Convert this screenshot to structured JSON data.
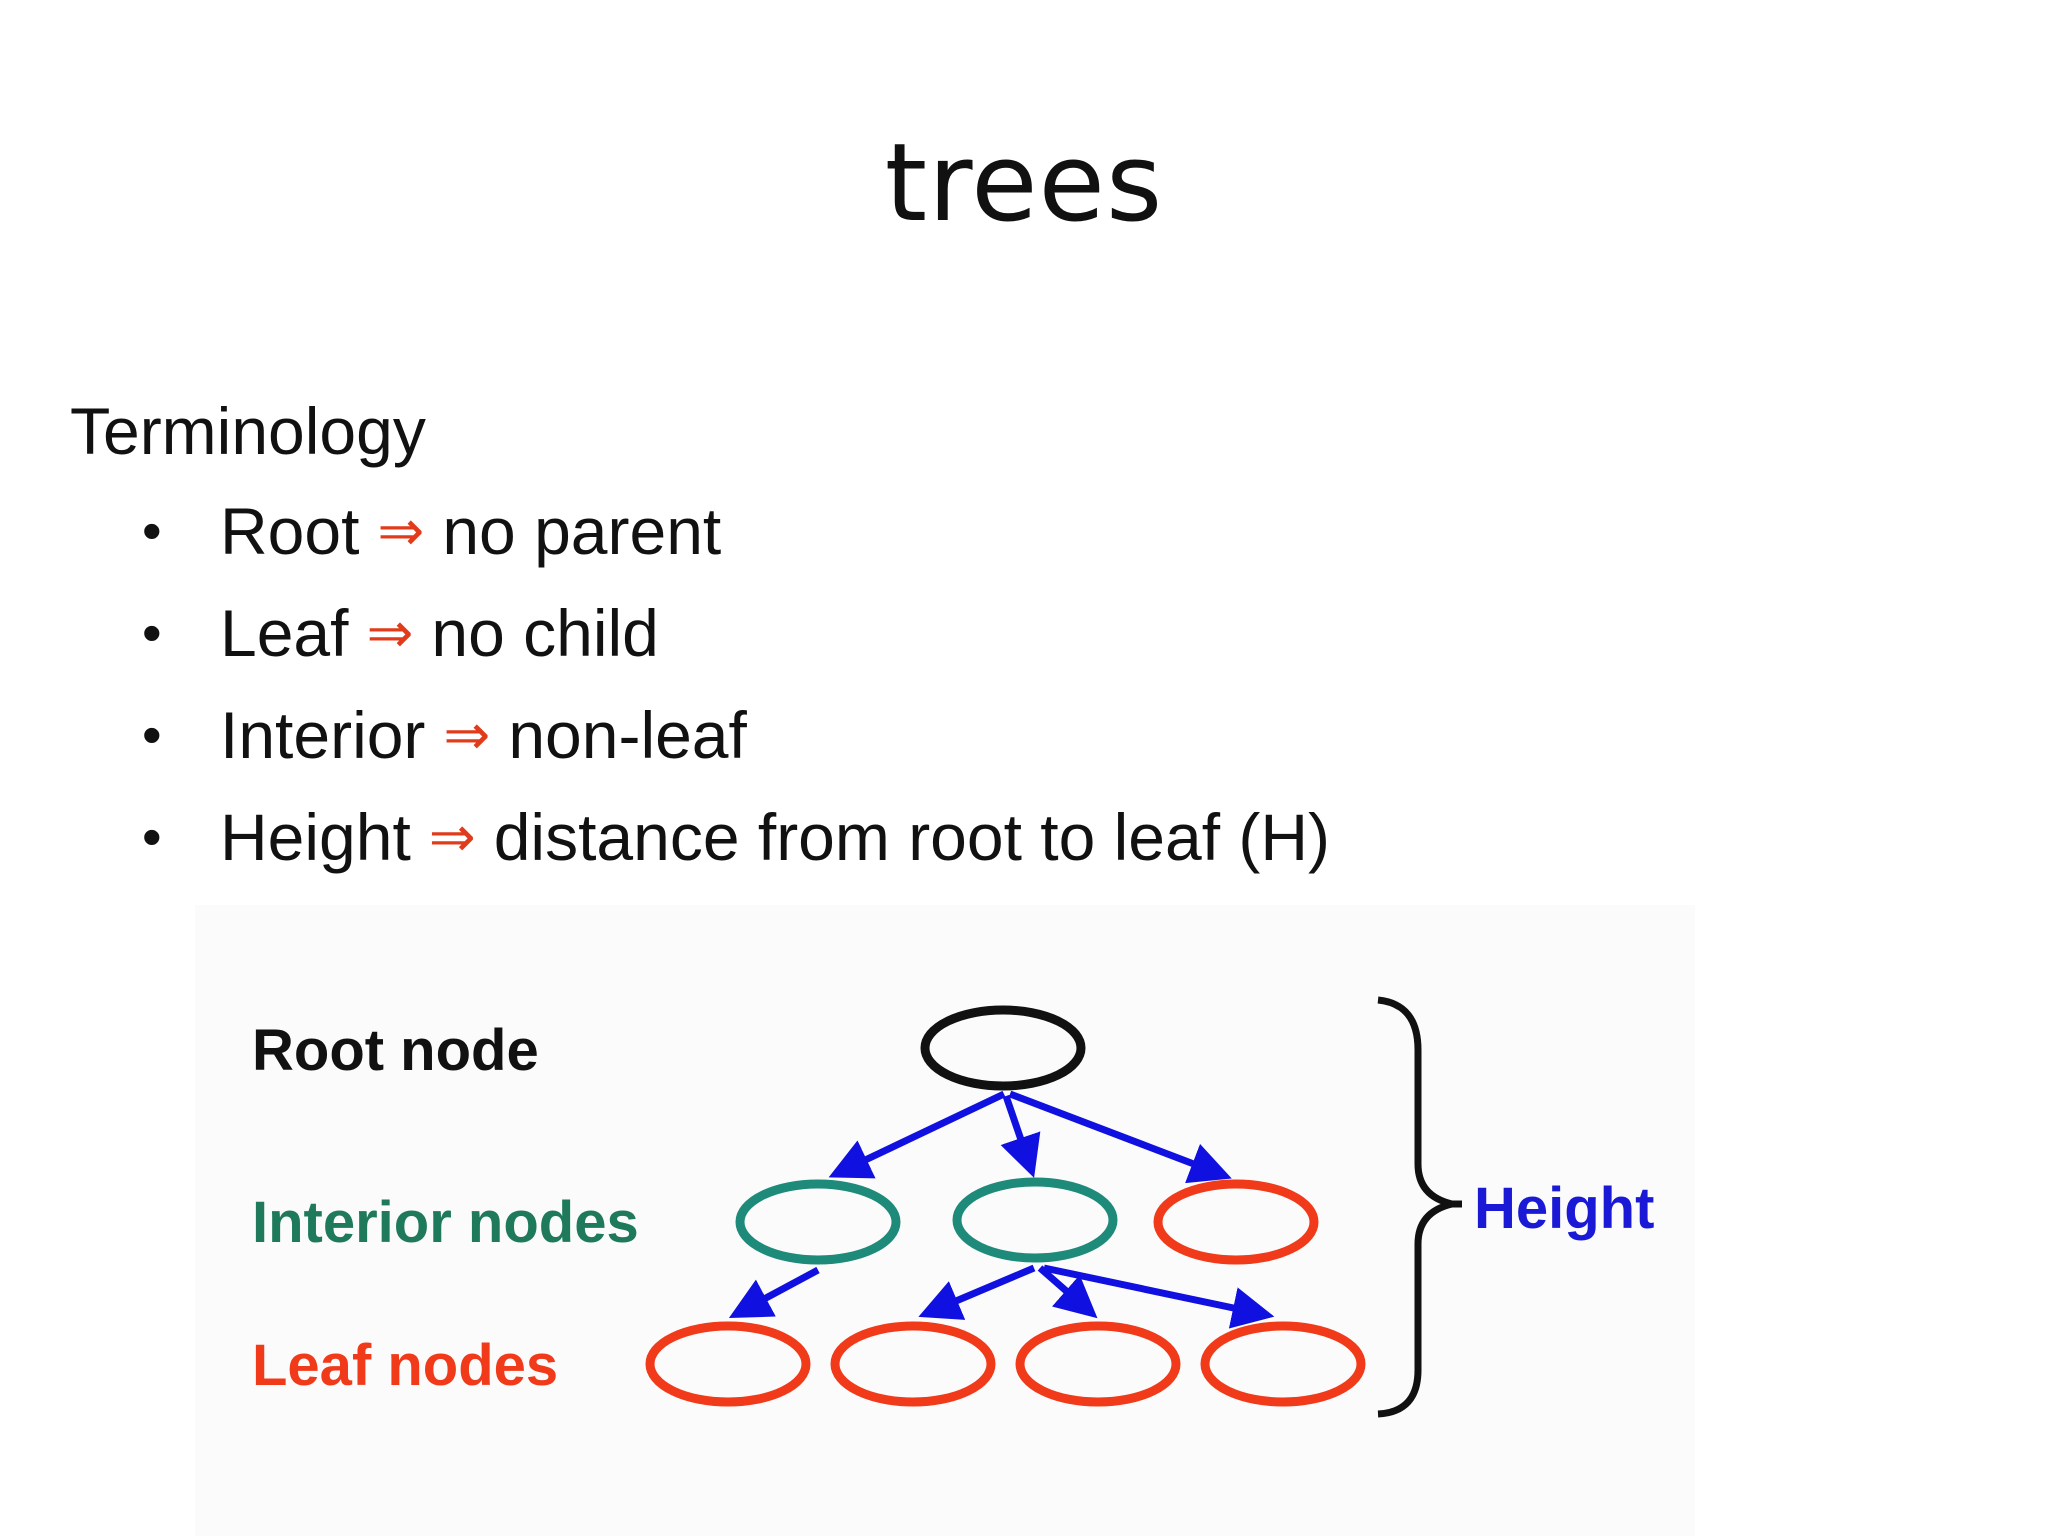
{
  "slide": {
    "title": "trees"
  },
  "terminology": {
    "heading": "Terminology",
    "items": [
      {
        "term": "Root",
        "arrow": "⇒",
        "definition": "no parent"
      },
      {
        "term": "Leaf",
        "arrow": "⇒",
        "definition": "no child"
      },
      {
        "term": "Interior",
        "arrow": "⇒",
        "definition": "non-leaf"
      },
      {
        "term": "Height",
        "arrow": "⇒",
        "definition": "distance from root to leaf (H)"
      }
    ]
  },
  "diagram": {
    "labels": {
      "root": "Root node",
      "interior": "Interior nodes",
      "leaf": "Leaf nodes",
      "height": "Height"
    },
    "colors": {
      "root": "#111111",
      "interior": "#1e8a7a",
      "interior_label": "#1e7a5a",
      "leaf": "#f03a1a",
      "edge": "#1010e0",
      "height_label": "#1a1ad6",
      "brace": "#111111"
    }
  }
}
